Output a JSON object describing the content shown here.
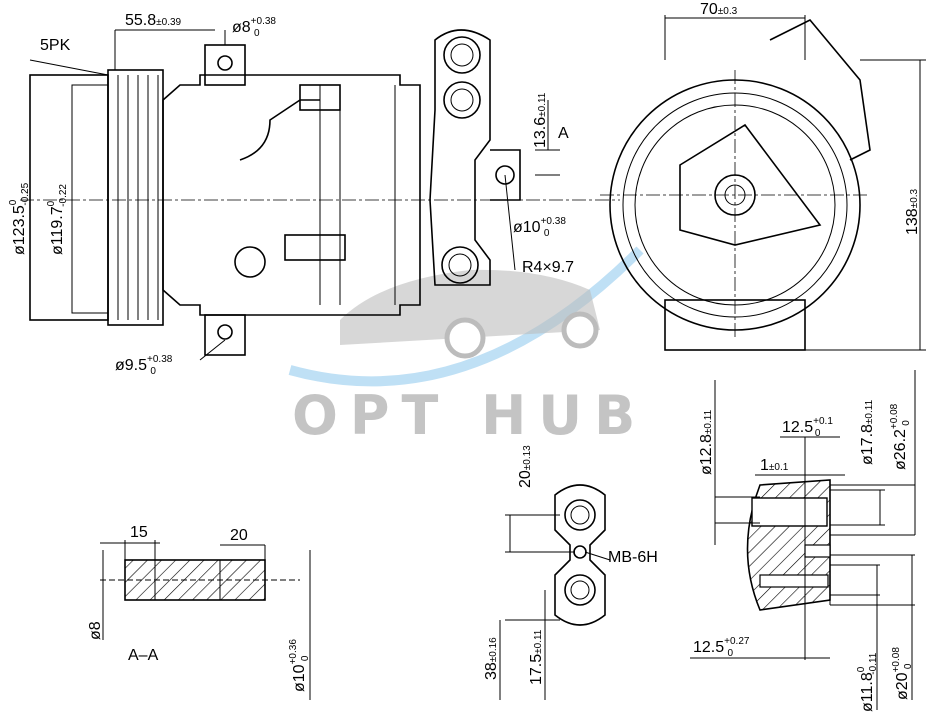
{
  "watermark": {
    "text": "OPT HUB",
    "swoosh_color": "#bfe0f5",
    "car_color": "#bcbcbc"
  },
  "front_view": {
    "belt": "5PK",
    "offset": {
      "main": "55.8",
      "tol": "±0.39"
    },
    "top_hole": {
      "main": "ø8",
      "sup": "+0.38",
      "sub": "0"
    },
    "pulley_outer": {
      "main": "ø123.5",
      "sup": "0",
      "sub": "-0.25"
    },
    "pulley_inner": {
      "main": "ø119.7",
      "sup": "0",
      "sub": "-0.22"
    },
    "port_offset": {
      "main": "13.6",
      "tol": "±0.11"
    },
    "port_hole": {
      "main": "ø10",
      "sup": "+0.38",
      "sub": "0"
    },
    "slot": "R4×9.7",
    "bottom_hole": {
      "main": "ø9.5",
      "sup": "+0.38",
      "sub": "0"
    },
    "section_mark": "A"
  },
  "side_view": {
    "width": {
      "main": "70",
      "tol": "±0.3"
    },
    "height": {
      "main": "138",
      "tol": "±0.3"
    }
  },
  "section_aa": {
    "len1": "15",
    "len2": "20",
    "dia": "ø8",
    "title": "A–A",
    "hole": {
      "main": "ø10",
      "sup": "+0.36",
      "sub": "0"
    }
  },
  "flange": {
    "pitch": {
      "main": "20",
      "tol": "±0.13"
    },
    "thread": "MB-6H",
    "overall": {
      "main": "38",
      "tol": "±0.16"
    },
    "offset": {
      "main": "17.5",
      "tol": "±0.11"
    }
  },
  "port_detail": {
    "d1": {
      "main": "ø12.8",
      "tol": "±0.11"
    },
    "depth1": {
      "main": "12.5",
      "sup": "+0.1",
      "sub": "0"
    },
    "d2": {
      "main": "ø17.8",
      "tol": "±0.11"
    },
    "d3": {
      "main": "ø26.2",
      "sup": "+0.08",
      "sub": "0"
    },
    "step": {
      "main": "1",
      "tol": "±0.1"
    },
    "depth2": {
      "main": "12.5",
      "sup": "+0.27",
      "sub": "0"
    },
    "d4": {
      "main": "ø11.8",
      "sup": "0",
      "sub": "-0.11"
    },
    "d5": {
      "main": "ø20",
      "sup": "+0.08",
      "sub": "0"
    }
  }
}
